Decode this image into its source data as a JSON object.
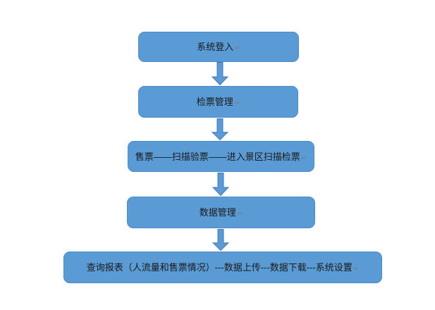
{
  "diagram": {
    "type": "flowchart",
    "direction": "top-down",
    "colors": {
      "node_fill": "#5b9bd5",
      "node_border": "#4b8bc8",
      "arrow_fill": "#5b9bd5",
      "arrow_border": "#4377b8",
      "text": "#1a1a1a",
      "background": "#ffffff"
    },
    "paragraph_mark": "↵",
    "nodes": [
      {
        "id": "system-login",
        "label": "系统登入"
      },
      {
        "id": "ticket-check-management",
        "label": "检票管理"
      },
      {
        "id": "ticketing-process",
        "label": "售票——扫描验票——进入景区扫描检票"
      },
      {
        "id": "data-management",
        "label": "数据管理"
      },
      {
        "id": "reports-and-settings",
        "label": "查询报表（人流量和售票情况）---数据上传---数据下载---系统设置"
      }
    ],
    "edges": [
      {
        "from": "system-login",
        "to": "ticket-check-management"
      },
      {
        "from": "ticket-check-management",
        "to": "ticketing-process"
      },
      {
        "from": "ticketing-process",
        "to": "data-management"
      },
      {
        "from": "data-management",
        "to": "reports-and-settings"
      }
    ]
  }
}
